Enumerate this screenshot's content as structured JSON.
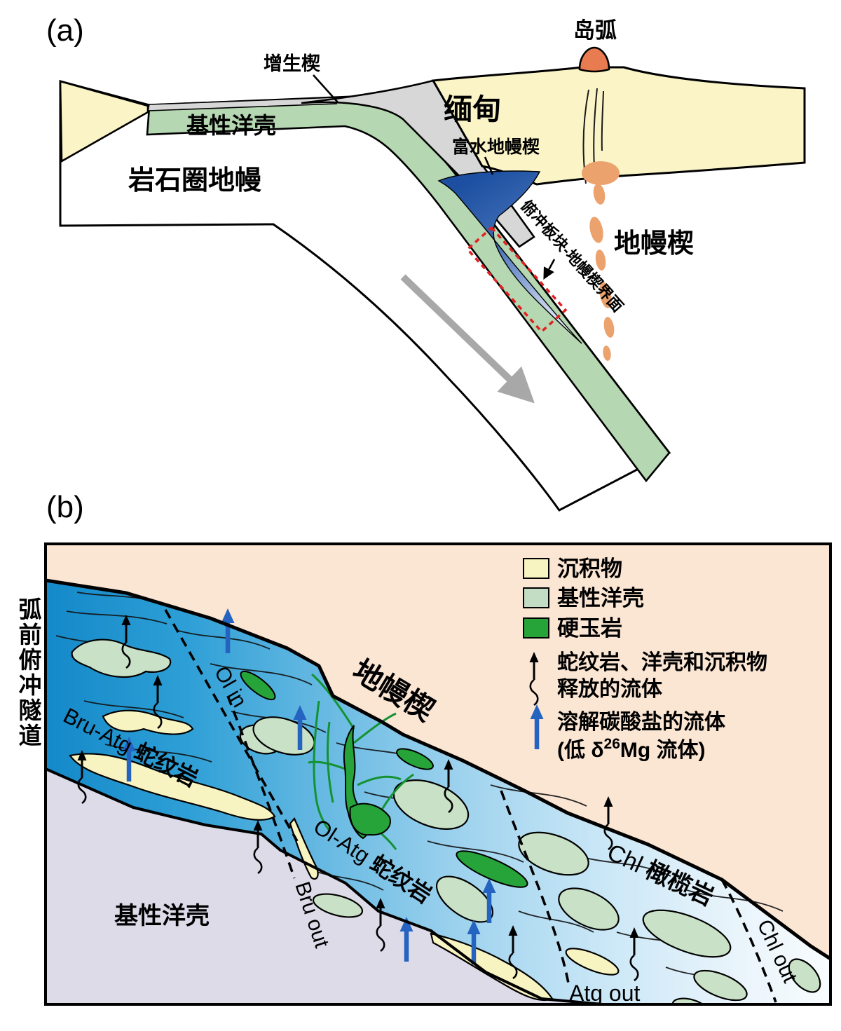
{
  "panel_a": {
    "tag": "(a)",
    "labels": {
      "accretionary_wedge": "增生楔",
      "island_arc": "岛弧",
      "myanmar": "缅甸",
      "mafic_oceanic_crust": "基性洋壳",
      "lithospheric_mantle": "岩石圈地幔",
      "hydrous_mantle_wedge": "富水地幔楔",
      "mantle_wedge": "地幔楔",
      "slab_mantle_interface": "俯冲板块-地幔楔界面"
    }
  },
  "panel_b": {
    "tag": "(b)",
    "side_title": "弧前俯冲隧道",
    "legend": {
      "items": [
        {
          "label": "沉积物",
          "color": "#f8f4c2"
        },
        {
          "label": "基性洋壳",
          "color": "#c3ddc4"
        },
        {
          "label": "硬玉岩",
          "color": "#26a339"
        }
      ],
      "fluid_release_line1": "蛇纹岩、洋壳和沉积物",
      "fluid_release_line2": "释放的流体",
      "carbonate_fluid_line1": "溶解碳酸盐的流体",
      "mg_pre": "(低 δ",
      "mg_sup": "26",
      "mg_post": "Mg 流体)"
    },
    "zones": {
      "bru_atg_prefix": "Bru-Atg ",
      "bru_atg_cn": "蛇纹岩",
      "ol_atg_prefix": "Ol-Atg ",
      "ol_atg_cn": "蛇纹岩",
      "chl_prefix": "Chl ",
      "chl_cn": "橄榄岩",
      "mantle_wedge": "地幔楔",
      "mafic_oceanic_crust": "基性洋壳"
    },
    "reaction_lines": {
      "ol_in": "Ol in",
      "bru_out": "Bru out",
      "atg_out": "Atg out",
      "chl_out": "Chl out"
    }
  },
  "colors": {
    "sediment_yellow": "#f8f4c2",
    "crust_yellow": "#faf4c6",
    "oceanic_crust_band": "#b5d7b2",
    "oceanic_crust_blob": "#c9e1c6",
    "jadeite_green": "#26a339",
    "accretionary_gray": "#d7d7d7",
    "mantle_wedge_pink": "#fbe5d3",
    "lavender_crust": "#dedbe9",
    "volcano_orange": "#e87c50",
    "melt_orange": "#eca26d",
    "hydrous_wedge_blue": "#1c4fa1",
    "channel_blue_left": "#1489c9",
    "blue_arrow": "#2563c0",
    "red_dashed_box": "#e02222",
    "slab_arrow_gray": "#a8a8a8"
  }
}
